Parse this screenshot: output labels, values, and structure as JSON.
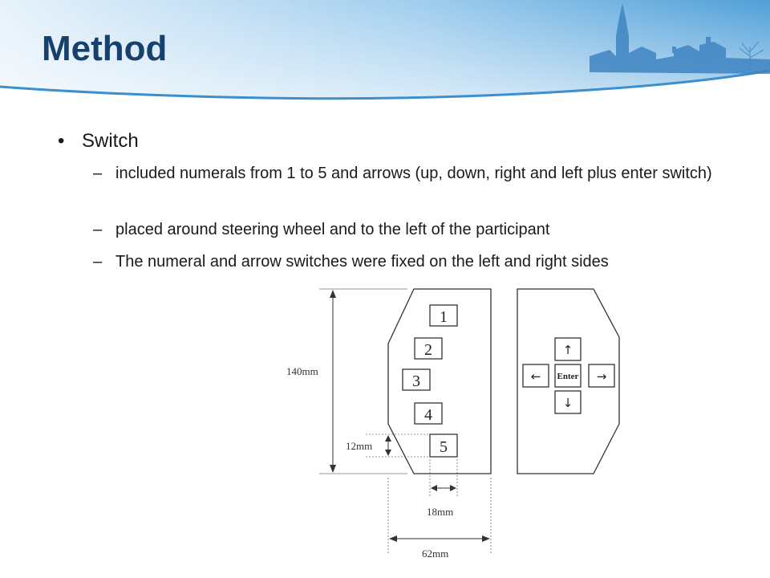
{
  "slide": {
    "title": "Method",
    "bullet": {
      "label": "Switch",
      "items": [
        "included numerals from 1 to 5 and arrows (up, down, right and left plus enter switch)",
        "placed around steering wheel and to the left of the participant",
        "The numeral and arrow switches were fixed on the left and right sides"
      ]
    }
  },
  "diagram": {
    "left_panel": {
      "keys": [
        "1",
        "2",
        "3",
        "4",
        "5"
      ]
    },
    "right_panel": {
      "up": "↑",
      "down": "↓",
      "left": "←",
      "right": "→",
      "center": "Enter"
    },
    "dimensions": {
      "height": "140mm",
      "key_height": "12mm",
      "key_width": "18mm",
      "panel_width": "62mm"
    }
  },
  "colors": {
    "title": "#17406d",
    "header_blue": "#5aa7dc",
    "diagram_line": "#333333"
  }
}
